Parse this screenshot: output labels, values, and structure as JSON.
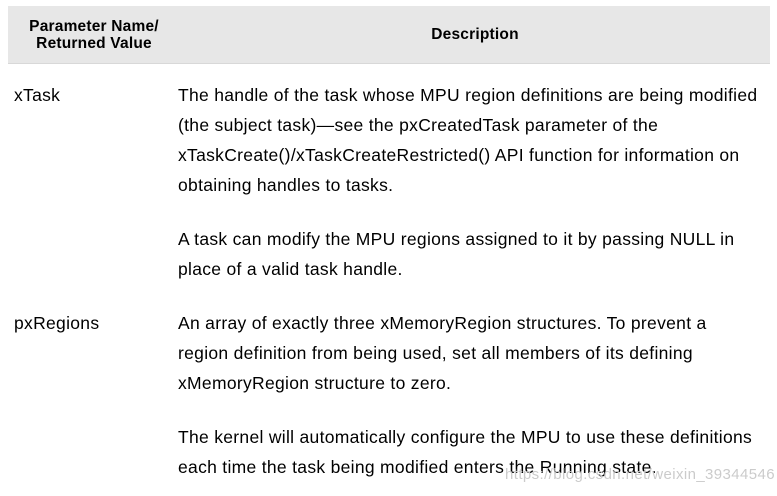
{
  "table": {
    "header": {
      "param_col": "Parameter Name/\nReturned Value",
      "desc_col": "Description",
      "bg_color": "#e7e7e7"
    },
    "rows": [
      {
        "param": "xTask",
        "paragraphs": [
          "The handle of the task whose MPU region definitions are being modified\n(the subject task)—see the pxCreatedTask parameter of the\nxTaskCreate()/xTaskCreateRestricted() API function for information on\nobtaining handles to tasks.",
          "A task can modify the MPU regions assigned to it by passing NULL in\nplace of a valid task handle."
        ]
      },
      {
        "param": "pxRegions",
        "paragraphs": [
          "An array of exactly three xMemoryRegion structures.  To prevent a\nregion definition from being used, set all members of its defining\nxMemoryRegion structure to zero.",
          "The kernel will automatically configure the MPU to use these definitions\neach time the task being modified enters the Running state."
        ]
      }
    ]
  },
  "watermark": {
    "text": "https://blog.csdn.net/weixin_39344546",
    "color": "#c9c9c9"
  }
}
